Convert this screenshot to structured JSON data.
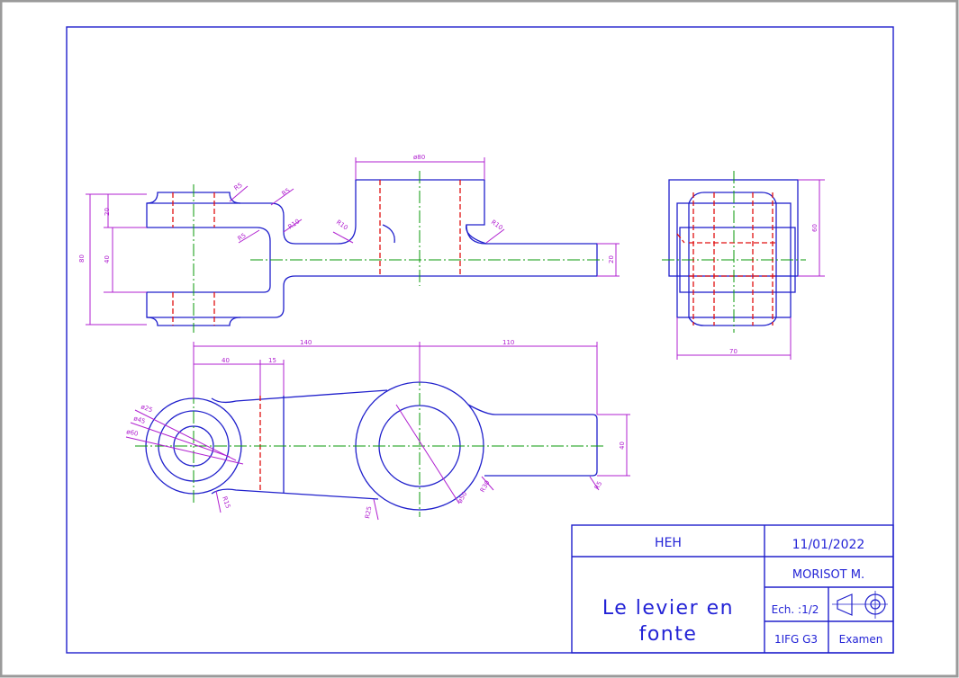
{
  "title_block": {
    "school": "HEH",
    "date": "11/01/2022",
    "author": "MORISOT M.",
    "title_line1": "Le levier en",
    "title_line2": "fonte",
    "scale": "Ech. :1/2",
    "class_group": "1IFG G3",
    "document_type": "Examen"
  },
  "dimensions": {
    "front": {
      "d_top_boss": "ø80",
      "h_total": "80",
      "h_fork_top": "20",
      "h_fork_gap": "40",
      "h_arm": "20",
      "r_fork_1": "R5",
      "r_fork_2": "R5",
      "r_fork_inner": "R5",
      "r_fillet_1": "R10",
      "r_fillet_2": "R10",
      "r_fillet_3": "R10"
    },
    "side": {
      "height": "60",
      "width": "70"
    },
    "top": {
      "len_140": "140",
      "len_110": "110",
      "len_40": "40",
      "len_15": "15",
      "d_outer_small": "ø60",
      "d_mid_small": "ø45",
      "d_inner_small": "ø25",
      "r_small": "R15",
      "r_big_1": "R25",
      "d_big": "ø50",
      "r_big_2": "R30",
      "arm_width": "40",
      "r_end": "R5"
    }
  },
  "colors": {
    "outline": "#2020cc",
    "center_line": "#0a9a0a",
    "hidden_line": "#e01010",
    "dimension": "#b020d0",
    "frame_border": "#9a9a9a"
  }
}
